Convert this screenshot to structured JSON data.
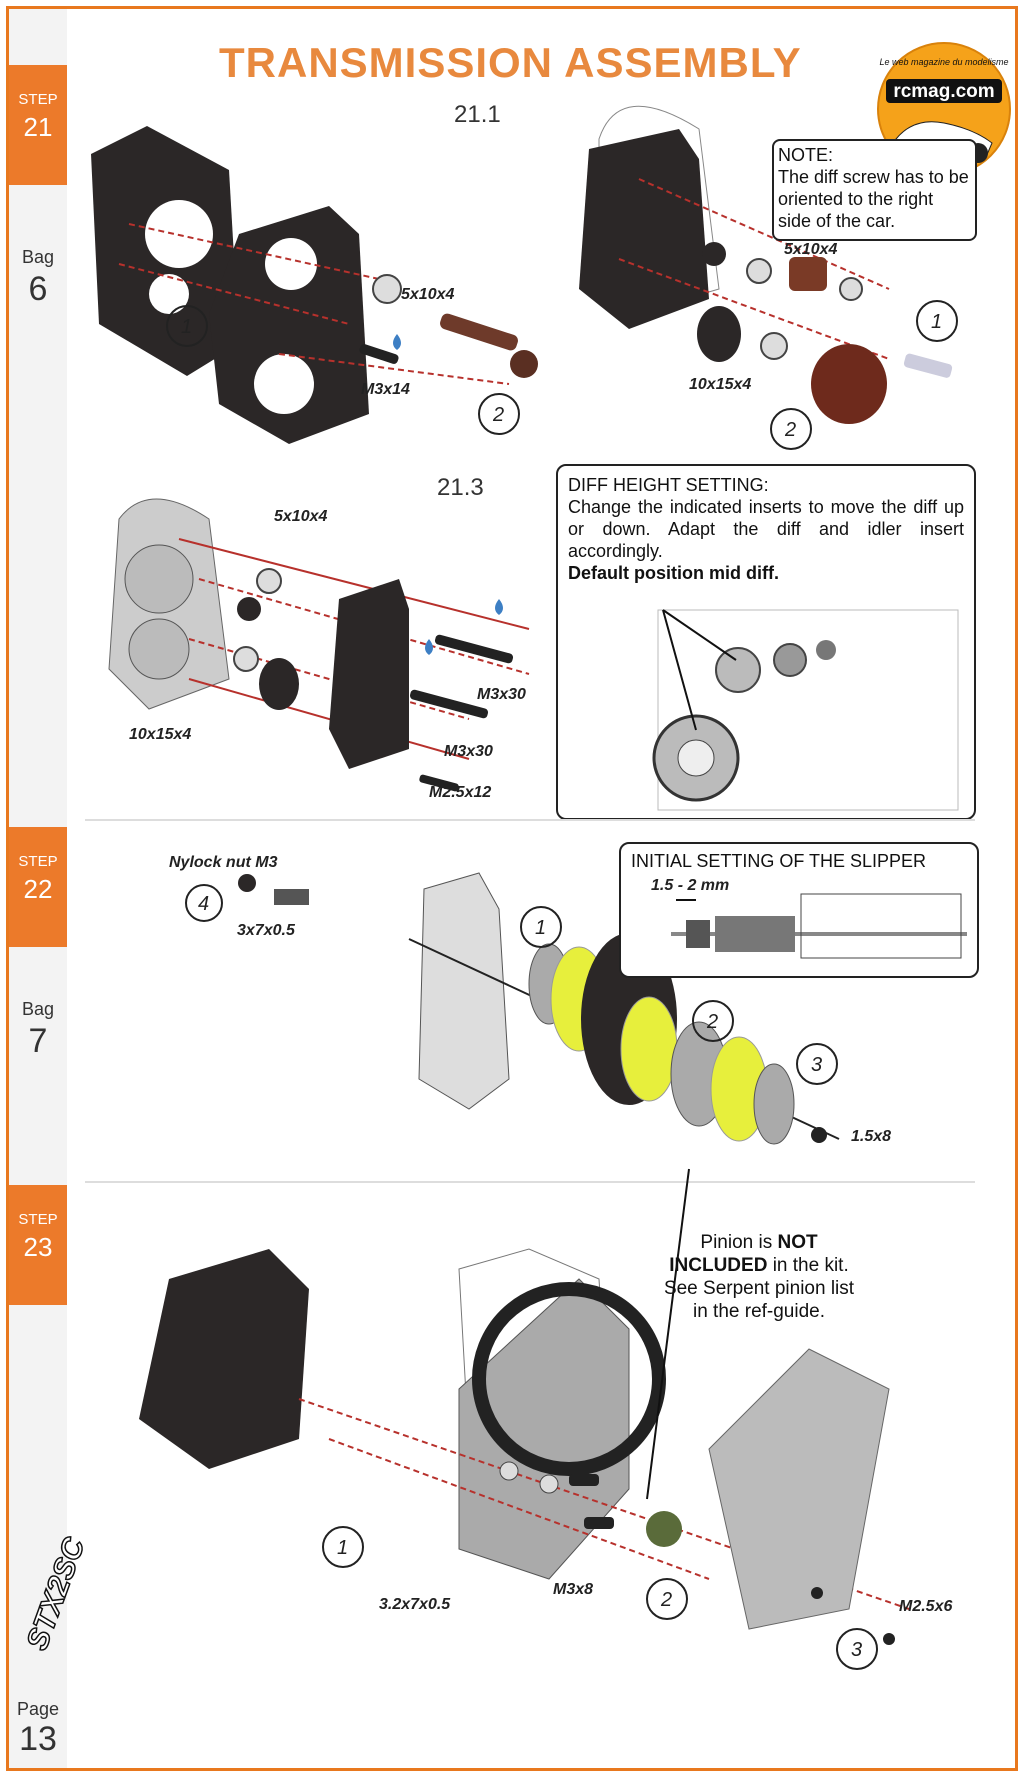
{
  "title": "TRANSMISSION ASSEMBLY",
  "logo": {
    "text": "rcmag.com",
    "tagline": "Le web magazine du modelisme"
  },
  "brand_mark": "STX2SC",
  "sidebar": {
    "step21": {
      "label": "STEP",
      "number": "21"
    },
    "bag6": {
      "label": "Bag",
      "number": "6"
    },
    "step22": {
      "label": "STEP",
      "number": "22"
    },
    "bag7": {
      "label": "Bag",
      "number": "7"
    },
    "step23": {
      "label": "STEP",
      "number": "23"
    },
    "page": {
      "label": "Page",
      "number": "13"
    }
  },
  "step21": {
    "sub1": "21.1",
    "sub3": "21.3",
    "note": {
      "title": "NOTE:",
      "body": "The diff screw has to be oriented to the right side of the car."
    },
    "diagram_a": {
      "bearing": "5x10x4",
      "screw": "M3x14",
      "c1": "1",
      "c2": "2"
    },
    "diagram_b": {
      "bearing": "5x10x4",
      "bearing2": "10x15x4",
      "c1": "1",
      "c2": "2"
    },
    "diagram_c": {
      "bearing": "5x10x4",
      "bearing2": "10x15x4",
      "screw1": "M3x30",
      "screw2": "M3x30",
      "screw3": "M2.5x12"
    },
    "diff_height": {
      "heading": "DIFF HEIGHT SETTING:",
      "body": "Change the indicated inserts to move the diff up or down. Adapt the diff and idler insert accordingly.",
      "bold": "Default position mid diff."
    }
  },
  "step22": {
    "slipper_box": {
      "title": "INITIAL SETTING OF THE SLIPPER",
      "gap": "1.5 - 2 mm"
    },
    "labels": {
      "nut": "Nylock nut M3",
      "spring": "3x7x0.5",
      "screw": "1.5x8",
      "c1": "1",
      "c2": "2",
      "c3": "3",
      "c4": "4"
    }
  },
  "step23": {
    "pinion": {
      "pre": "Pinion is ",
      "bold1": "NOT INCLUDED",
      "post": " in the kit. See Serpent pinion list in the ref-guide."
    },
    "labels": {
      "washer": "3.2x7x0.5",
      "screw": "M3x8",
      "screw2": "M2.5x6",
      "c1": "1",
      "c2": "2",
      "c3": "3"
    }
  },
  "colors": {
    "accent": "#ec7a2a",
    "title": "#e8893e",
    "part_dark": "#2b2727",
    "slipper_pad": "#e7ef3c",
    "axis_line": "#b7312c",
    "oil_drop": "#3d7fc4"
  }
}
